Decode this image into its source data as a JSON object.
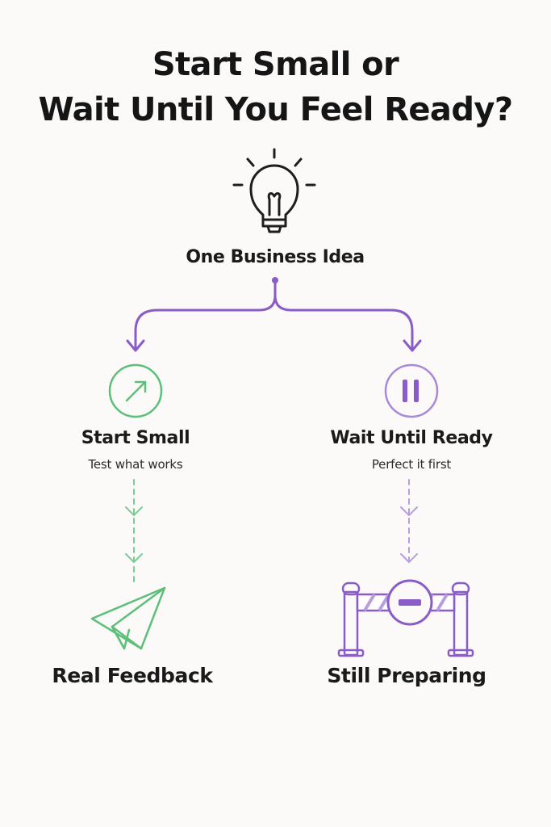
{
  "title": {
    "line1": "Start Small or",
    "line2": "Wait Until You Feel Ready?"
  },
  "root": {
    "label": "One Business Idea",
    "icon": "lightbulb-icon"
  },
  "colors": {
    "green": "#5cbf7a",
    "purple": "#8a5cc7",
    "purple_light": "#a889d9"
  },
  "branches": {
    "left": {
      "title": "Start Small",
      "subtitle": "Test what works",
      "icon": "arrow-up-right-icon",
      "outcome": "Real Feedback",
      "outcome_icon": "paper-plane-icon"
    },
    "right": {
      "title": "Wait Until Ready",
      "subtitle": "Perfect it first",
      "icon": "pause-icon",
      "outcome": "Still Preparing",
      "outcome_icon": "barrier-icon"
    }
  }
}
